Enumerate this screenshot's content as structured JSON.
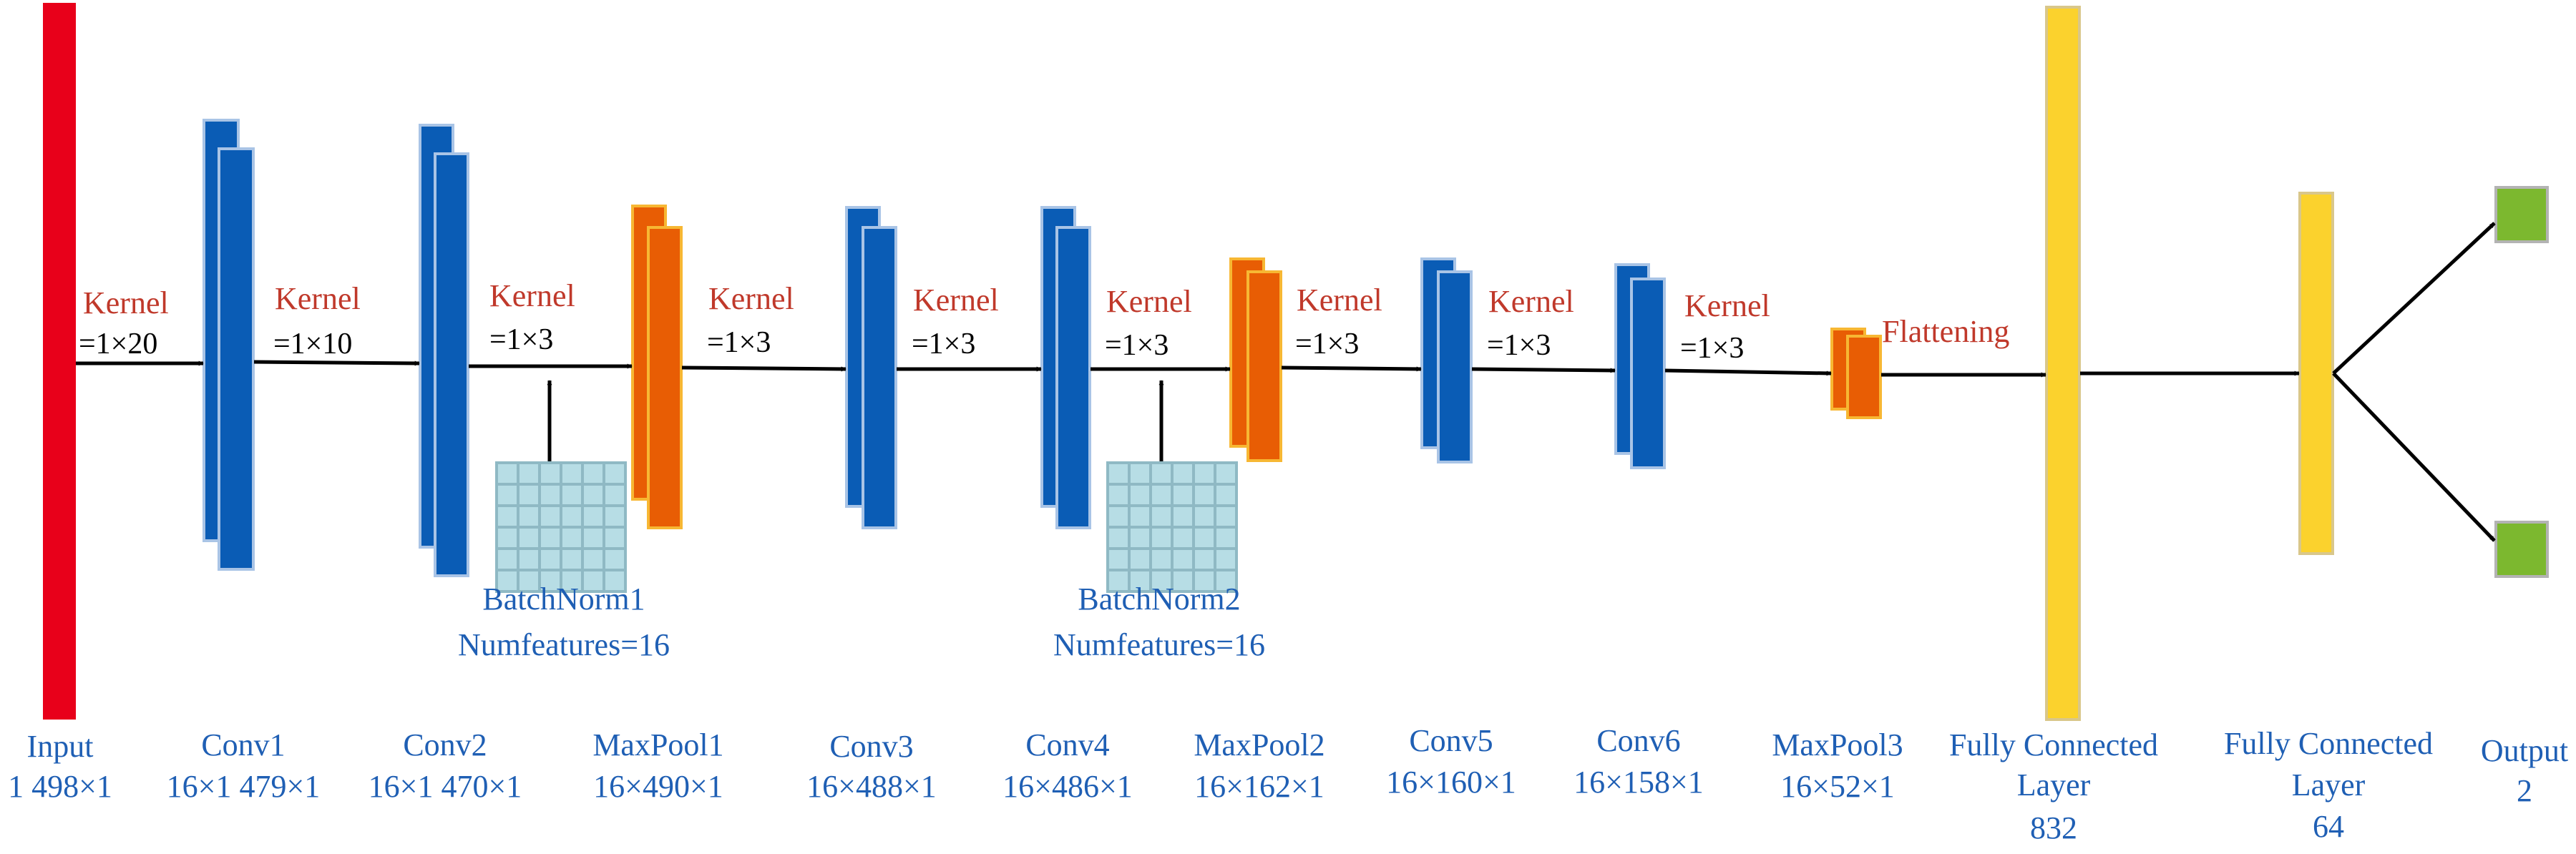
{
  "colors": {
    "input": "#e8001a",
    "conv": "#0a5cb5",
    "conv_edge": "#a9c4e6",
    "pool": "#e85d04",
    "pool_edge": "#f7b733",
    "fc": "#fbd22d",
    "fc_edge": "#d9c78a",
    "output": "#7cb82f",
    "bn_cell": "#b7dde5",
    "bn_grid": "#8fb9c4",
    "arrow": "#000000",
    "label": "#1f5fb4",
    "kernel": "#c0392b"
  },
  "layers": {
    "input": {
      "name": "Input",
      "size": "1 498×1"
    },
    "conv1": {
      "name": "Conv1",
      "size": "16×1 479×1"
    },
    "conv2": {
      "name": "Conv2",
      "size": "16×1 470×1"
    },
    "maxpool1": {
      "name": "MaxPool1",
      "size": "16×490×1"
    },
    "conv3": {
      "name": "Conv3",
      "size": "16×488×1"
    },
    "conv4": {
      "name": "Conv4",
      "size": "16×486×1"
    },
    "maxpool2": {
      "name": "MaxPool2",
      "size": "16×162×1"
    },
    "conv5": {
      "name": "Conv5",
      "size": "16×160×1"
    },
    "conv6": {
      "name": "Conv6",
      "size": "16×158×1"
    },
    "maxpool3": {
      "name": "MaxPool3",
      "size": "16×52×1"
    },
    "fc1": {
      "name_line1": "Fully Connected",
      "name_line2": "Layer",
      "size": "832"
    },
    "fc2": {
      "name_line1": "Fully Connected",
      "name_line2": "Layer",
      "size": "64"
    },
    "output": {
      "name": "Output",
      "size": "2"
    }
  },
  "kernels": {
    "k1": {
      "label": "Kernel",
      "value": "=1×20"
    },
    "k2": {
      "label": "Kernel",
      "value": "=1×10"
    },
    "k3": {
      "label": "Kernel",
      "value": "=1×3"
    },
    "k4": {
      "label": "Kernel",
      "value": "=1×3"
    },
    "k5": {
      "label": "Kernel",
      "value": "=1×3"
    },
    "k6": {
      "label": "Kernel",
      "value": "=1×3"
    },
    "k7": {
      "label": "Kernel",
      "value": "=1×3"
    },
    "k8": {
      "label": "Kernel",
      "value": "=1×3"
    },
    "k9": {
      "label": "Kernel",
      "value": "=1×3"
    }
  },
  "flattening": "Flattening",
  "batchnorm1": {
    "name": "BatchNorm1",
    "features": "Numfeatures=16"
  },
  "batchnorm2": {
    "name": "BatchNorm2",
    "features": "Numfeatures=16"
  }
}
